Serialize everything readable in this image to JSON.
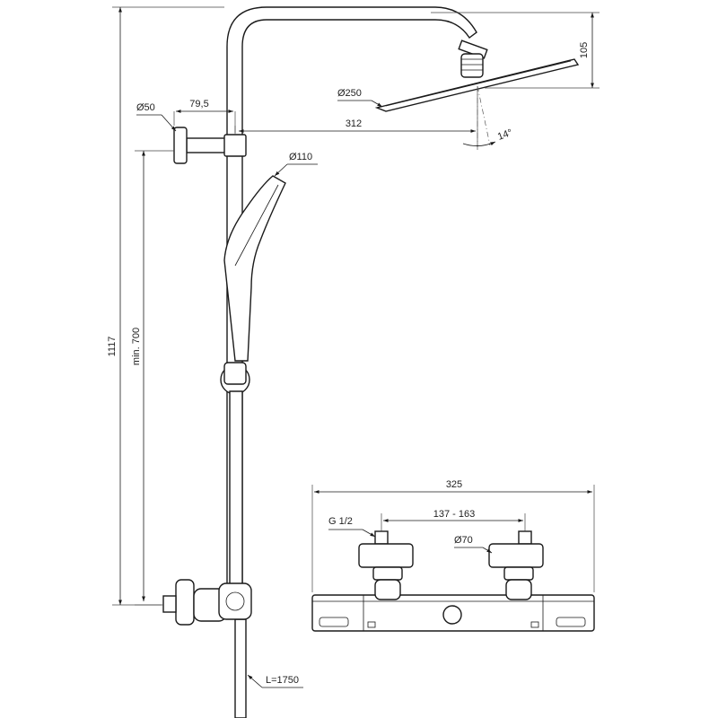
{
  "dimensions": {
    "total_height": "1117",
    "min_height": "min. 700",
    "head_drop": "105",
    "head_diameter": "Ø250",
    "head_reach": "312",
    "head_angle": "14°",
    "arm_offset": "79,5",
    "wall_flange_diameter": "Ø50",
    "hand_shower_diameter": "Ø110",
    "hose_length": "L=1750",
    "mixer_width": "325",
    "inlet_centres": "137 - 163",
    "inlet_thread": "G 1/2",
    "cover_diameter": "Ø70"
  }
}
